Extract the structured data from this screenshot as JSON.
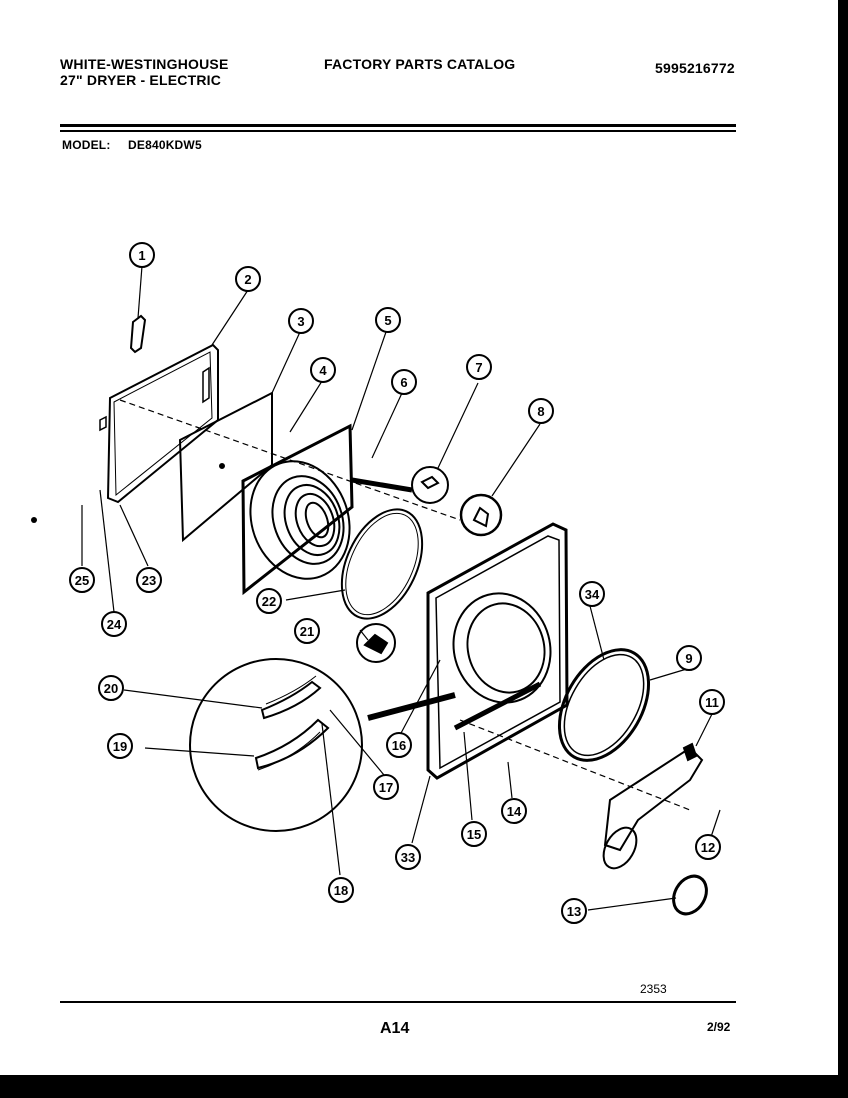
{
  "header": {
    "brand_line1": "WHITE-WESTINGHOUSE",
    "brand_line2": "27\" DRYER - ELECTRIC",
    "title": "FACTORY PARTS CATALOG",
    "doc_number": "5995216772",
    "model_label": "MODEL:",
    "model_value": "DE840KDW5"
  },
  "footer": {
    "page": "A14",
    "date": "2/92",
    "figure_number": "2353"
  },
  "callouts": [
    "1",
    "2",
    "3",
    "4",
    "5",
    "6",
    "7",
    "8",
    "9",
    "11",
    "12",
    "13",
    "14",
    "15",
    "16",
    "17",
    "18",
    "19",
    "20",
    "21",
    "22",
    "23",
    "24",
    "25",
    "33",
    "34"
  ]
}
